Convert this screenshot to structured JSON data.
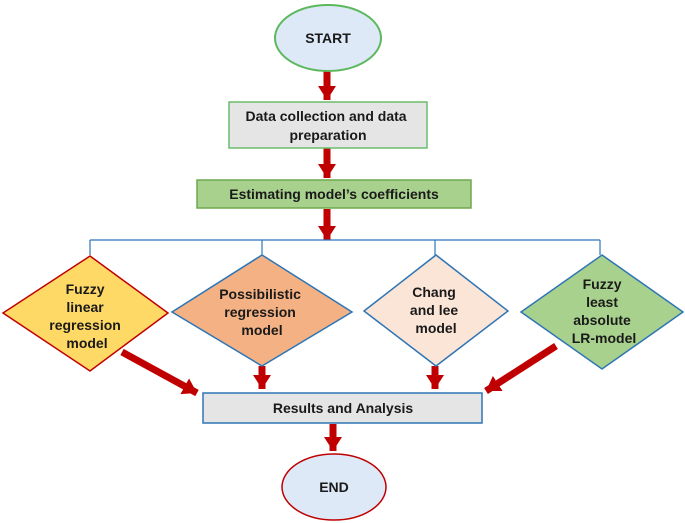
{
  "nodes": {
    "start": {
      "label": "START",
      "shape": "ellipse",
      "fill": "#dde9f6",
      "stroke": "#5cb85c"
    },
    "data_collection": {
      "lines": [
        "Data collection and data",
        "preparation"
      ],
      "shape": "rectangle",
      "fill": "#e5e5e5",
      "stroke": "#6dbb6d"
    },
    "estimating": {
      "label": "Estimating model’s coefficients",
      "shape": "rectangle",
      "fill": "#a9d18e",
      "stroke": "#6fa84f"
    },
    "models": [
      {
        "lines": [
          "Fuzzy",
          "linear",
          "regression",
          "model"
        ],
        "shape": "diamond",
        "fill": "#ffd966",
        "stroke": "#c00000"
      },
      {
        "lines": [
          "Possibilistic",
          "regression",
          "model"
        ],
        "shape": "diamond",
        "fill": "#f4b183",
        "stroke": "#2e75b6"
      },
      {
        "lines": [
          "Chang",
          "and lee",
          "model"
        ],
        "shape": "diamond",
        "fill": "#fbe5d6",
        "stroke": "#2e75b6"
      },
      {
        "lines": [
          "Fuzzy",
          "least",
          "absolute",
          "LR-model"
        ],
        "shape": "diamond",
        "fill": "#a9d18e",
        "stroke": "#2e75b6"
      }
    ],
    "results": {
      "label": "Results and Analysis",
      "shape": "rectangle",
      "fill": "#e5e5e5",
      "stroke": "#2e75b6"
    },
    "end": {
      "label": "END",
      "shape": "ellipse",
      "fill": "#dde9f6",
      "stroke": "#c00000"
    }
  },
  "edges": [
    {
      "from": "start",
      "to": "data_collection"
    },
    {
      "from": "data_collection",
      "to": "estimating"
    },
    {
      "from": "estimating",
      "to": "models"
    },
    {
      "from": "models.0",
      "to": "results"
    },
    {
      "from": "models.1",
      "to": "results"
    },
    {
      "from": "models.2",
      "to": "results"
    },
    {
      "from": "models.3",
      "to": "results"
    },
    {
      "from": "results",
      "to": "end"
    }
  ],
  "colors": {
    "arrow": "#c00000",
    "branch_line": "#2e75b6"
  }
}
